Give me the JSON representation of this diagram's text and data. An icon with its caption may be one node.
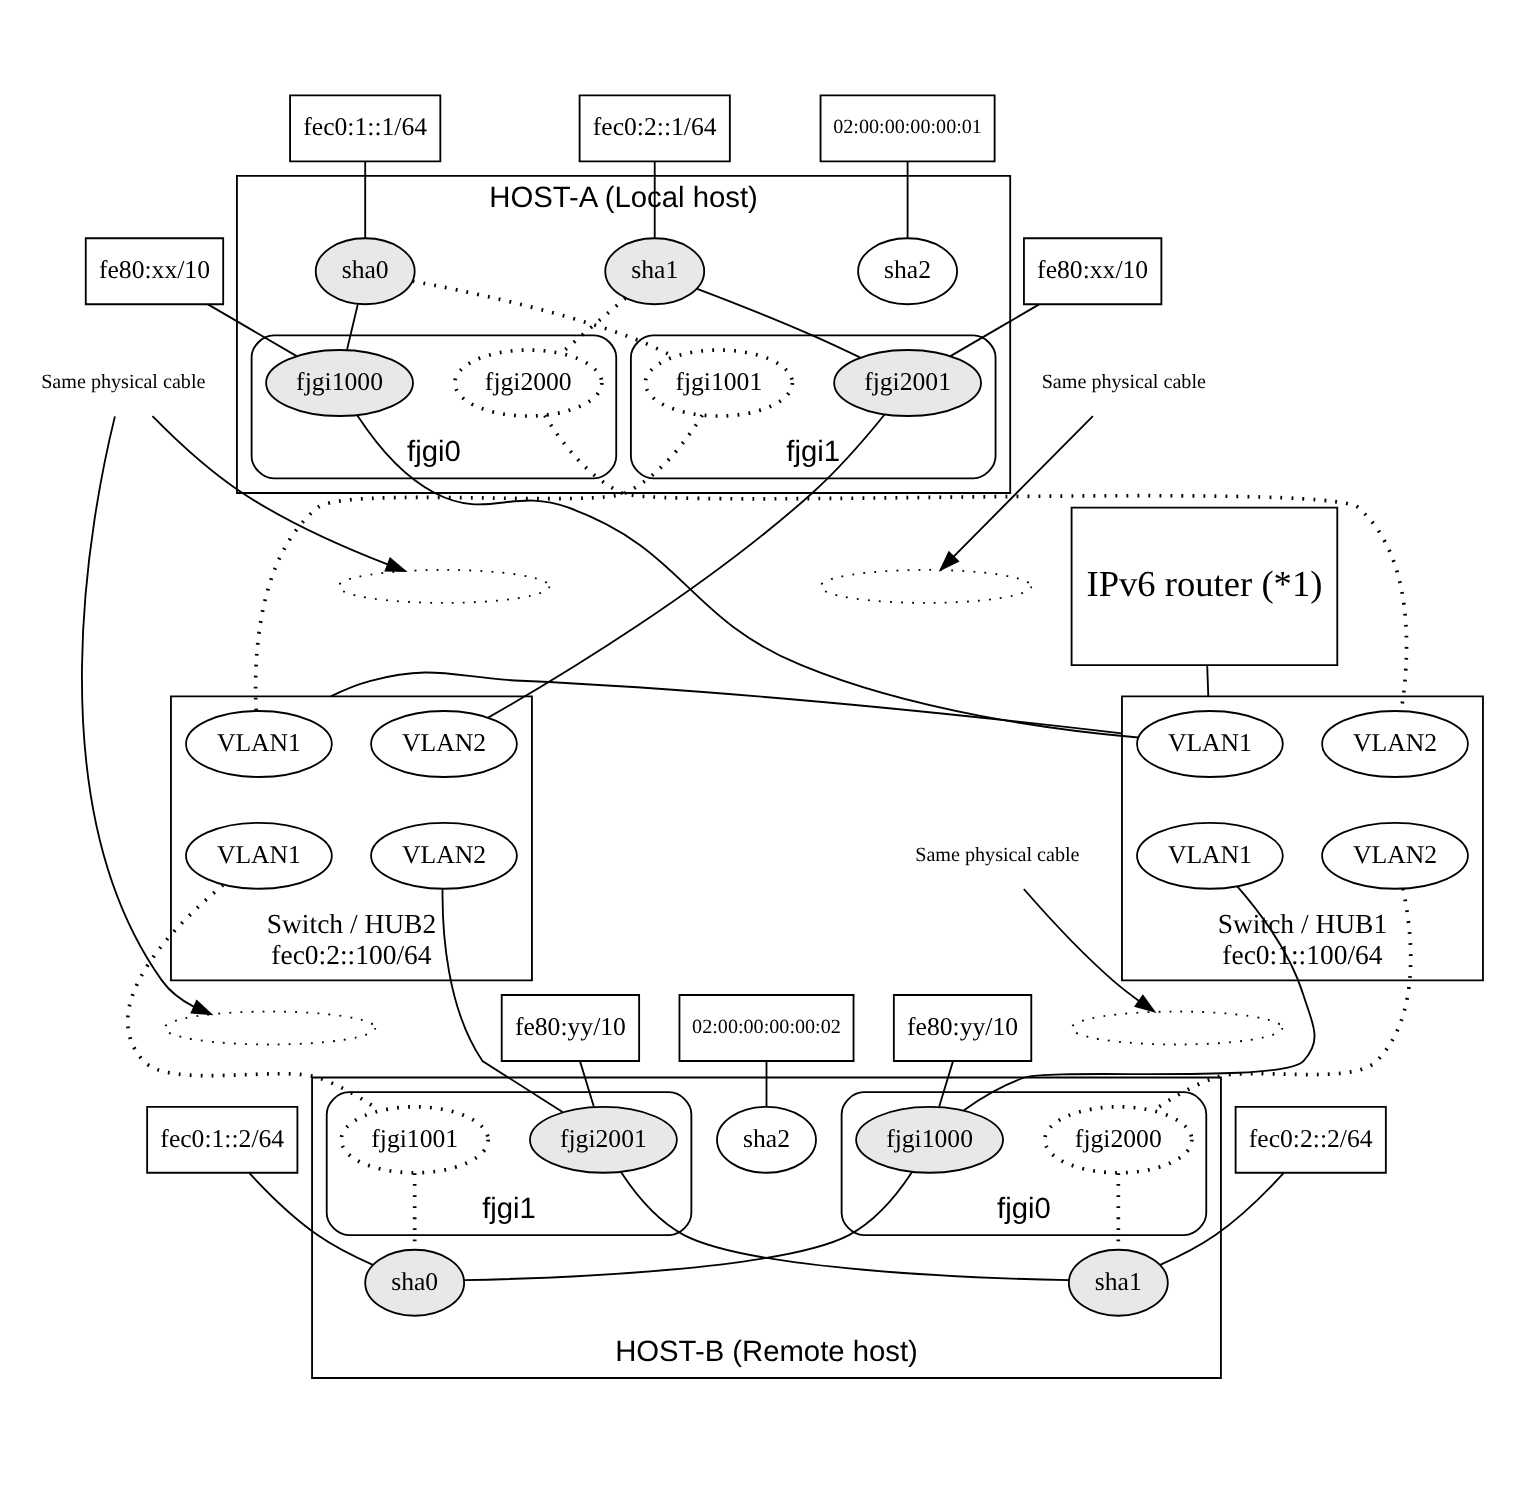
{
  "diagram": {
    "nodes": [
      {
        "text": [
          "HOST-A (Local host)"
        ]
      },
      {
        "text": [
          "fec0:1::1/64"
        ]
      },
      {
        "text": [
          "fec0:2::1/64"
        ]
      },
      {
        "text": [
          "sha0"
        ],
        "in": 0
      },
      {
        "text": [
          "sha1"
        ],
        "in": 0
      },
      {
        "text": [
          "02:00:00:00:00:01"
        ]
      },
      {
        "text": [
          "sha2"
        ],
        "in": 0
      },
      {
        "text": [
          "fjgi0"
        ],
        "in": 0
      },
      {
        "text": [
          "fjgi1000"
        ],
        "in": 7
      },
      {
        "text": [
          "fjgi2000"
        ],
        "in": 7
      },
      {
        "text": [
          "fjgi1"
        ],
        "in": 0
      },
      {
        "text": [
          "fjgi1001"
        ],
        "in": 10
      },
      {
        "text": [
          "fjgi2001"
        ],
        "in": 10
      },
      {
        "text": [
          "fe80:xx/10"
        ]
      },
      {
        "text": [
          "fe80:xx/10"
        ]
      },
      {
        "text": [],
        "shape": "ellipse"
      },
      {
        "text": [],
        "shape": "ellipse"
      },
      {
        "text": [
          "Same physical cable"
        ]
      },
      {
        "text": [
          "Switch / HUB1",
          "fec0:1::100/64"
        ]
      },
      {
        "text": [
          "VLAN1"
        ],
        "in": 18
      },
      {
        "text": [
          "VLAN2"
        ],
        "in": 18
      },
      {
        "text": [
          "Switch / HUB2",
          "fec0:2::100/64"
        ]
      },
      {
        "text": [
          "VLAN1"
        ],
        "in": 21
      },
      {
        "text": [
          "VLAN2"
        ],
        "in": 21
      },
      {
        "text": [
          "IPv6 router (*1)"
        ]
      },
      {
        "text": [
          "Same physical cable"
        ]
      },
      {
        "text": [
          "VLAN1"
        ],
        "in": 18
      },
      {
        "text": [
          "VLAN2"
        ],
        "in": 18
      },
      {
        "text": [
          "VLAN1"
        ],
        "in": 21
      },
      {
        "text": [
          "VLAN2"
        ],
        "in": 21
      },
      {
        "text": [
          "Same physical cable"
        ]
      },
      {
        "text": [],
        "shape": "ellipse"
      },
      {
        "text": [],
        "shape": "ellipse"
      },
      {
        "text": [
          "HOST-B (Remote host)"
        ]
      },
      {
        "text": [
          "fjgi0"
        ],
        "in": 33
      },
      {
        "text": [
          "fjgi1000"
        ],
        "in": 34
      },
      {
        "text": [
          "fjgi2000"
        ],
        "in": 34
      },
      {
        "text": [
          "fjgi1"
        ],
        "in": 33
      },
      {
        "text": [
          "fjgi1001"
        ],
        "in": 37
      },
      {
        "text": [
          "fjgi2001"
        ],
        "in": 37
      },
      {
        "text": [
          "fe80:yy/10"
        ]
      },
      {
        "text": [
          "fe80:yy/10"
        ]
      },
      {
        "text": [
          "02:00:00:00:00:02"
        ]
      },
      {
        "text": [
          "sha2"
        ],
        "in": 33
      },
      {
        "text": [
          "sha0"
        ],
        "in": 33
      },
      {
        "text": [
          "sha1"
        ],
        "in": 33
      },
      {
        "text": [
          "fec0:1::2/64"
        ]
      },
      {
        "text": [
          "fec0:2::2/64"
        ]
      }
    ],
    "edges": [
      {
        "from": 1,
        "to": 3,
        "arrow": "none"
      },
      {
        "from": 2,
        "to": 4,
        "arrow": "none"
      },
      {
        "from": 5,
        "to": 6,
        "arrow": "none"
      },
      {
        "from": 3,
        "to": 8,
        "arrow": "none"
      },
      {
        "from": 3,
        "to": 11,
        "arrow": "none",
        "style": "dashed"
      },
      {
        "from": 4,
        "to": 9,
        "arrow": "none",
        "style": "dashed"
      },
      {
        "from": 4,
        "to": 12,
        "arrow": "none"
      },
      {
        "from": 13,
        "to": 8,
        "arrow": "none"
      },
      {
        "from": 14,
        "to": 12,
        "arrow": "none"
      },
      {
        "from": 8,
        "to": 19,
        "arrow": "none"
      },
      {
        "from": 9,
        "to": 20,
        "arrow": "none",
        "style": "dashed"
      },
      {
        "from": 11,
        "to": 22,
        "arrow": "none",
        "style": "dashed"
      },
      {
        "from": 12,
        "to": 23,
        "arrow": "none"
      },
      {
        "from": 17,
        "to": 15,
        "arrow": "to"
      },
      {
        "from": 25,
        "to": 16,
        "arrow": "to"
      },
      {
        "from": 24,
        "to": 18,
        "arrow": "none"
      },
      {
        "from": 18,
        "to": 21,
        "arrow": "none"
      },
      {
        "from": 25,
        "to": 32,
        "arrow": "to"
      },
      {
        "from": 30,
        "to": 31,
        "arrow": "to"
      },
      {
        "from": 26,
        "to": 35,
        "arrow": "none"
      },
      {
        "from": 27,
        "to": 36,
        "arrow": "none",
        "style": "dashed"
      },
      {
        "from": 28,
        "to": 38,
        "arrow": "none",
        "style": "dashed"
      },
      {
        "from": 29,
        "to": 39,
        "arrow": "none"
      },
      {
        "from": 40,
        "to": 35,
        "arrow": "none"
      },
      {
        "from": 41,
        "to": 39,
        "arrow": "none"
      },
      {
        "from": 35,
        "to": 44,
        "arrow": "none"
      },
      {
        "from": 36,
        "to": 45,
        "arrow": "none",
        "style": "dashed"
      },
      {
        "from": 38,
        "to": 44,
        "arrow": "none",
        "style": "dashed"
      },
      {
        "from": 39,
        "to": 45,
        "arrow": "none"
      },
      {
        "from": 42,
        "to": 43,
        "arrow": "none"
      },
      {
        "from": 46,
        "to": 44,
        "arrow": "none"
      },
      {
        "from": 47,
        "to": 45,
        "arrow": "none"
      }
    ]
  }
}
